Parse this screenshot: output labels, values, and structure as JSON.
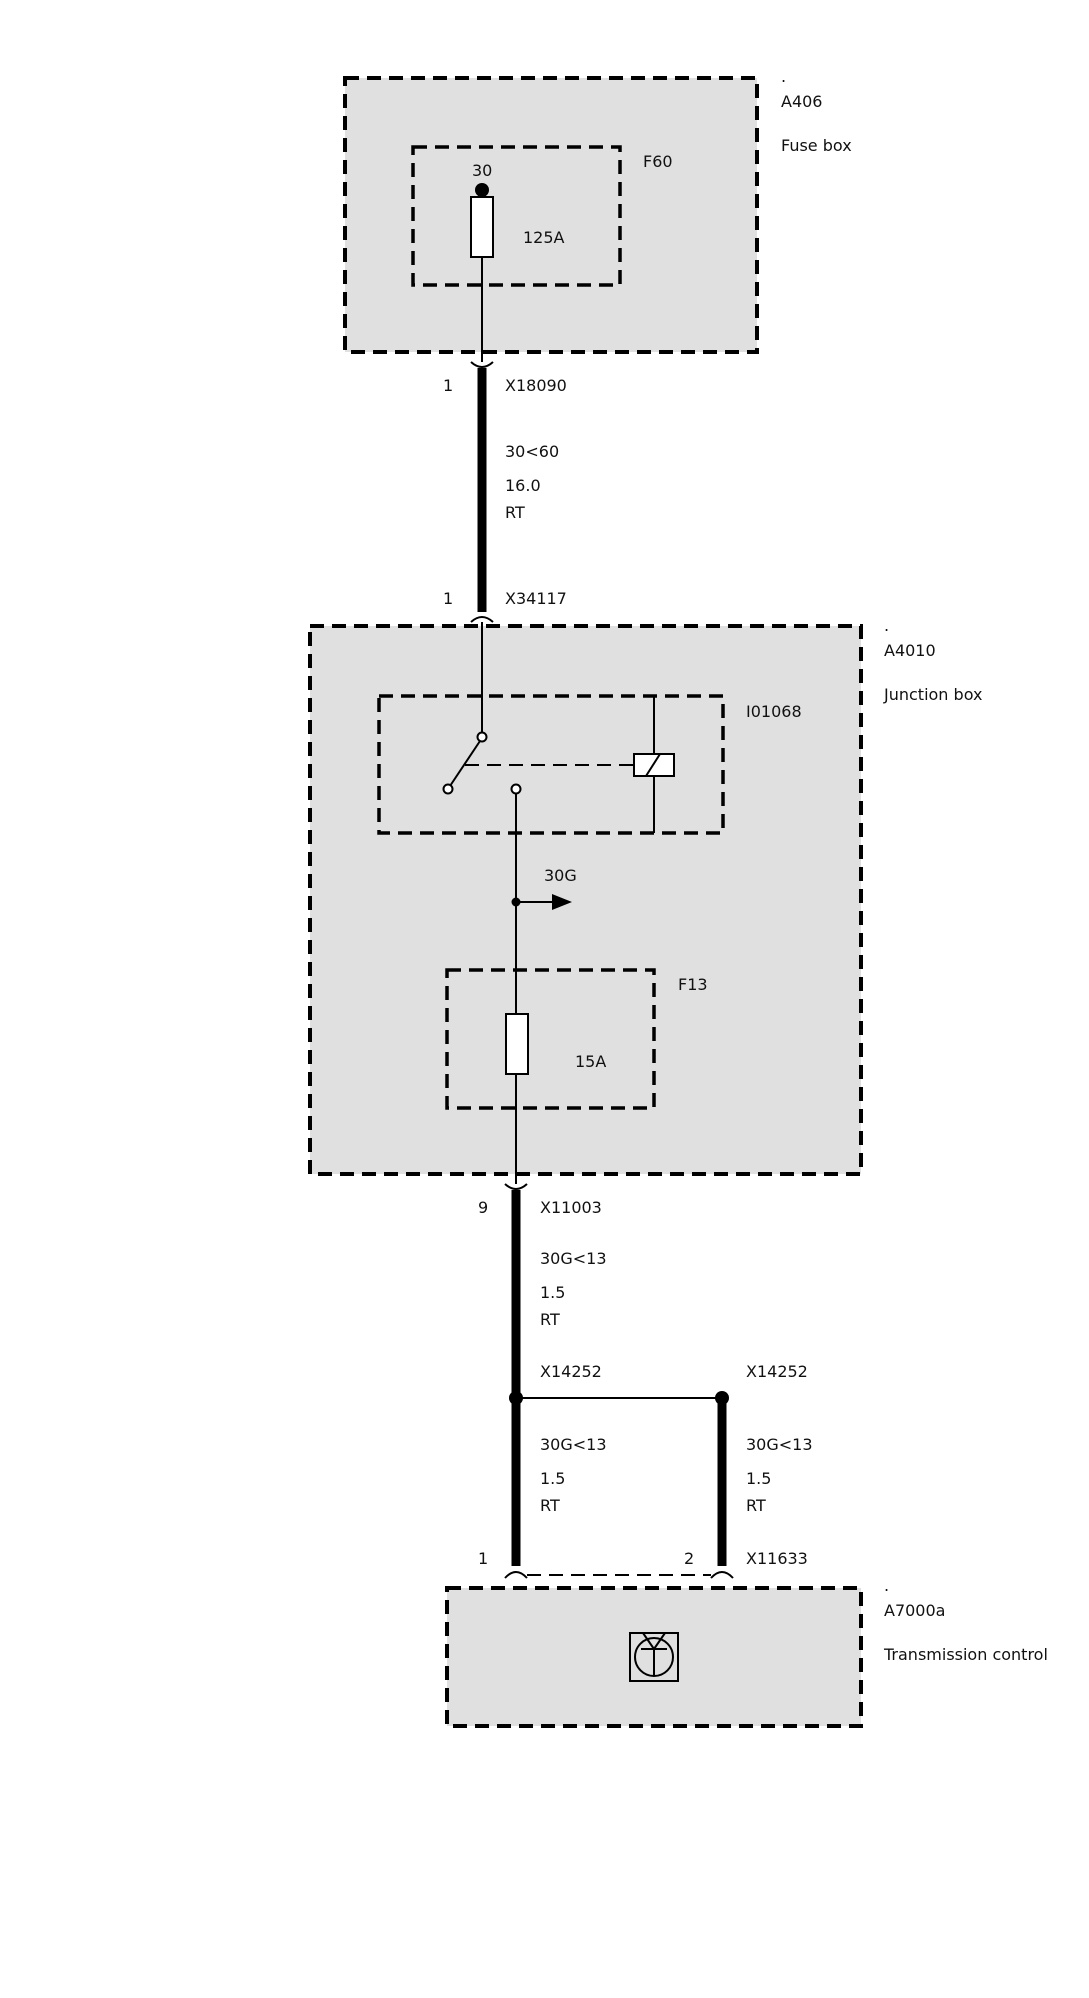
{
  "colors": {
    "module_fill": "#e0e0e0",
    "line": "#000000",
    "background": "#ffffff"
  },
  "fuse_box": {
    "dot": ".",
    "id": "A406",
    "name": "Fuse box",
    "fuse": {
      "id": "F60",
      "terminal": "30",
      "rating": "125A"
    }
  },
  "wire_1": {
    "top_pin": "1",
    "top_connector": "X18090",
    "circuit": "30<60",
    "gauge": "16.0",
    "color": "RT",
    "bottom_pin": "1",
    "bottom_connector": "X34117"
  },
  "junction_box": {
    "dot": ".",
    "id": "A4010",
    "name": "Junction box",
    "relay": {
      "id": "I01068"
    },
    "branch": "30G",
    "fuse": {
      "id": "F13",
      "rating": "15A"
    }
  },
  "wire_2": {
    "pin": "9",
    "connector": "X11003",
    "circuit": "30G<13",
    "gauge": "1.5",
    "color": "RT"
  },
  "splice": {
    "left": "X14252",
    "right": "X14252"
  },
  "wire_3": {
    "circuit": "30G<13",
    "gauge": "1.5",
    "color": "RT"
  },
  "wire_4": {
    "circuit": "30G<13",
    "gauge": "1.5",
    "color": "RT"
  },
  "transmission_control": {
    "dot": ".",
    "id": "A7000a",
    "name": "Transmission control",
    "pin_left": "1",
    "pin_right": "2",
    "connector": "X11633",
    "icon": "transistor-icon"
  }
}
